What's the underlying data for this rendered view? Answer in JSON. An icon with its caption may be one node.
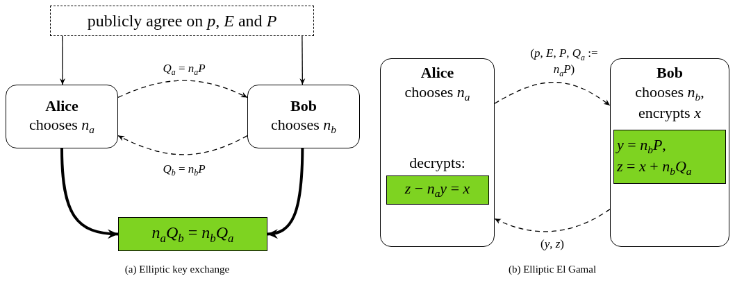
{
  "diagram": {
    "nodes": [
      {
        "text": [
          "publicly agree on *p*, *E* and *P*"
        ]
      },
      {
        "text": [
          "Alice",
          "chooses *n*$_{a}$"
        ]
      },
      {
        "text": [
          "Bob",
          "chooses *n*$_{b}$"
        ]
      },
      {
        "text": [
          "*n*$_{a}$*Q*$_{b}$ = *n*$_{b}$*Q*$_{a}$"
        ]
      },
      {
        "text": [
          "Alice",
          "chooses *n*$_{a}$",
          "decrypts:"
        ]
      },
      {
        "text": [
          "*z* − *n*$_{a}$*y* = *x*"
        ],
        "in": 4
      },
      {
        "text": [
          "Bob",
          "chooses *n*$_{b}$, encrypts *x*"
        ]
      },
      {
        "text": [
          "*y* = *n*$_{b}$*P*,",
          "*z* = *x* + *n*$_{b}$*Q*$_{a}$"
        ],
        "in": 6
      }
    ],
    "edges": [
      {
        "from": 0,
        "to": 1,
        "arrow": "to"
      },
      {
        "from": 0,
        "to": 2,
        "arrow": "to"
      },
      {
        "from": 1,
        "to": 2,
        "arrow": "to",
        "style": "dashed",
        "label": "*Q*$_{a}$ = *n*$_{a}$*P*"
      },
      {
        "from": 2,
        "to": 1,
        "arrow": "to",
        "style": "dashed",
        "label": "*Q*$_{b}$ = *n*$_{b}$*P*"
      },
      {
        "from": 1,
        "to": 3,
        "arrow": "to",
        "style": "thick"
      },
      {
        "from": 2,
        "to": 3,
        "arrow": "to",
        "style": "thick"
      },
      {
        "from": 4,
        "to": 6,
        "arrow": "to",
        "style": "dashed",
        "label": "(*p*, *E*, *P*, *Q*$_{a}$ := *n*$_{a}$*P*)"
      },
      {
        "from": 6,
        "to": 4,
        "arrow": "to",
        "style": "dashed",
        "label": "(*y*, *z*)"
      }
    ],
    "labels": [
      "(a) Elliptic key exchange",
      "(b) Elliptic El Gamal"
    ]
  }
}
